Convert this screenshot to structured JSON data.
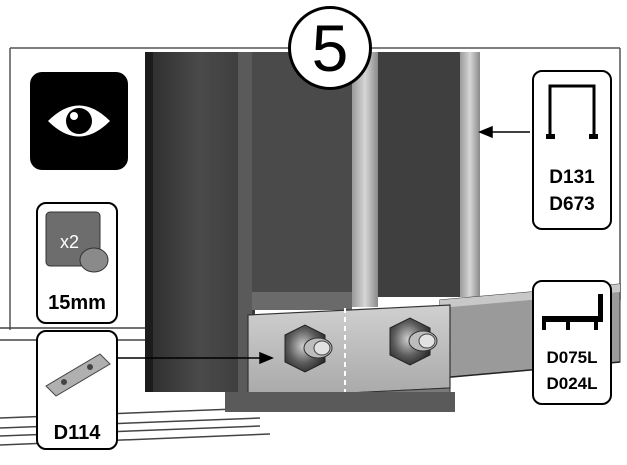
{
  "step": {
    "number": "5"
  },
  "callouts": {
    "channel": {
      "codes": [
        "D131",
        "D673"
      ]
    },
    "bracket": {
      "codes": [
        "D075L",
        "D024L"
      ]
    },
    "bolt": {
      "qty": "x2",
      "size": "15mm"
    },
    "plate": {
      "code": "D114"
    }
  },
  "icons": {
    "inspect": "eye-icon"
  }
}
